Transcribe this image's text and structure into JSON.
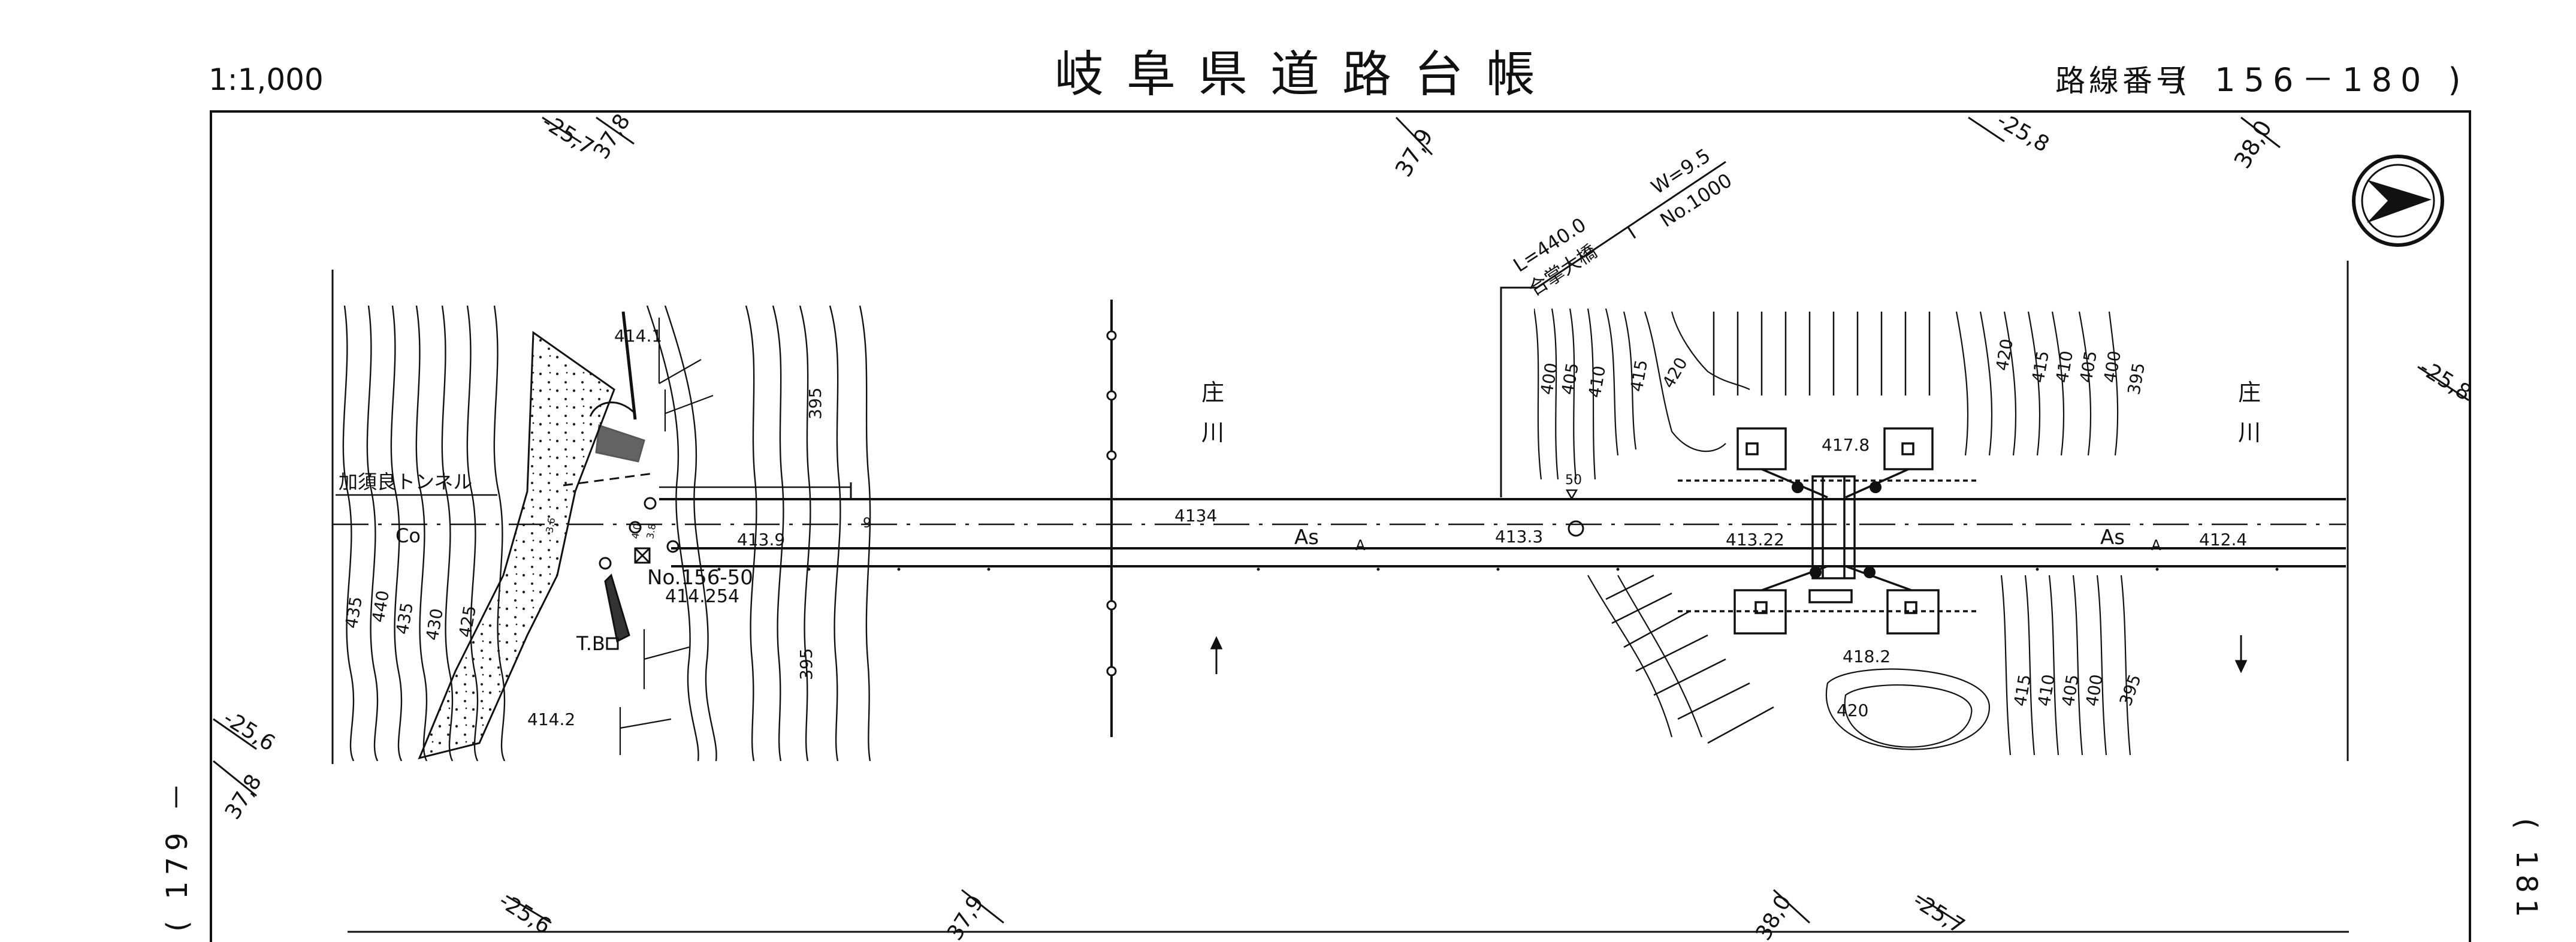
{
  "header": {
    "scale": "1:1,000",
    "title": "岐阜県道路台帳",
    "route_label": "路線番号",
    "route_number": "( 156－180 )"
  },
  "side_pages": {
    "left": "( 179 －",
    "right": "( 181 －"
  },
  "map": {
    "north_arrow_icon": "north-arrow-icon",
    "grid_ticks": {
      "top": [
        "-25,7",
        "37,8",
        "37,9",
        "-25,8",
        "38,0"
      ],
      "bottom": [
        "-25,6",
        "37,9",
        "38,0",
        "-25,7"
      ],
      "left": [
        "-25,6",
        "37,8"
      ],
      "right": [
        "-25,8"
      ]
    },
    "tunnel_label": "加須良トンネル",
    "surface_concrete": "Co",
    "surface_asphalt_1": "As",
    "surface_asphalt_2": "As",
    "marker_a1": "A",
    "marker_a2": "A",
    "river_name_1": "庄\n川",
    "river_name_2": "庄\n川",
    "bridge": {
      "name": "合掌大橋",
      "length": "L=440.0",
      "width": "W=9.5",
      "number": "No.1000",
      "separator": "I"
    },
    "benchmark": {
      "id": "No.156-50",
      "elevation": "414.254",
      "tb_label": "T.B"
    },
    "elevations": [
      "414.1",
      "413.9",
      "9",
      "4134",
      "413.3",
      "413.22",
      "412.4",
      "414.2",
      "417.8",
      "418.2",
      "50",
      "420"
    ],
    "contours_left": [
      "435",
      "440",
      "435",
      "430",
      "425"
    ],
    "contours_mid": [
      "395",
      "395"
    ],
    "contours_bridge_left": [
      "400",
      "405",
      "410",
      "415",
      "420"
    ],
    "contours_bridge_right": [
      "420",
      "415",
      "410",
      "405",
      "400",
      "395"
    ],
    "contours_bridge_low": [
      "415",
      "410",
      "405",
      "400",
      "395"
    ],
    "small_labels": [
      "3.6",
      "4.0",
      "3.8"
    ]
  }
}
